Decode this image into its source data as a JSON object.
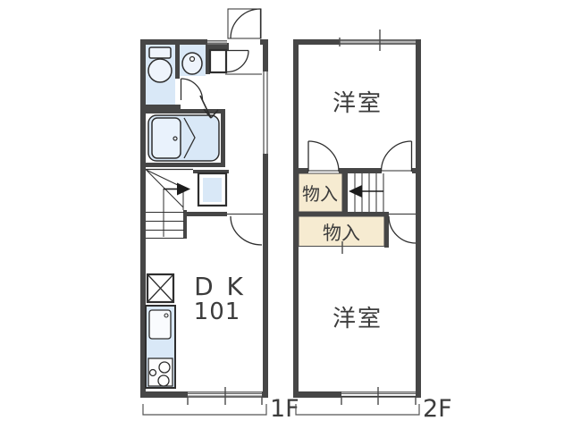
{
  "floor1": {
    "label": "1F",
    "dk_label": "D K",
    "unit_number": "101"
  },
  "floor2": {
    "label": "2F",
    "room_top_label": "洋室",
    "room_bottom_label": "洋室",
    "closet_upper_label": "物入",
    "closet_lower_label": "物入"
  },
  "colors": {
    "wall": "#464646",
    "water_area": "#d9e8f7",
    "fixture_fill": "#eef4fc",
    "bathtub_fill": "#e9f2fc",
    "closet_fill": "#f6ebd1",
    "line": "#2e2e2e",
    "text": "#3c3c3c"
  }
}
